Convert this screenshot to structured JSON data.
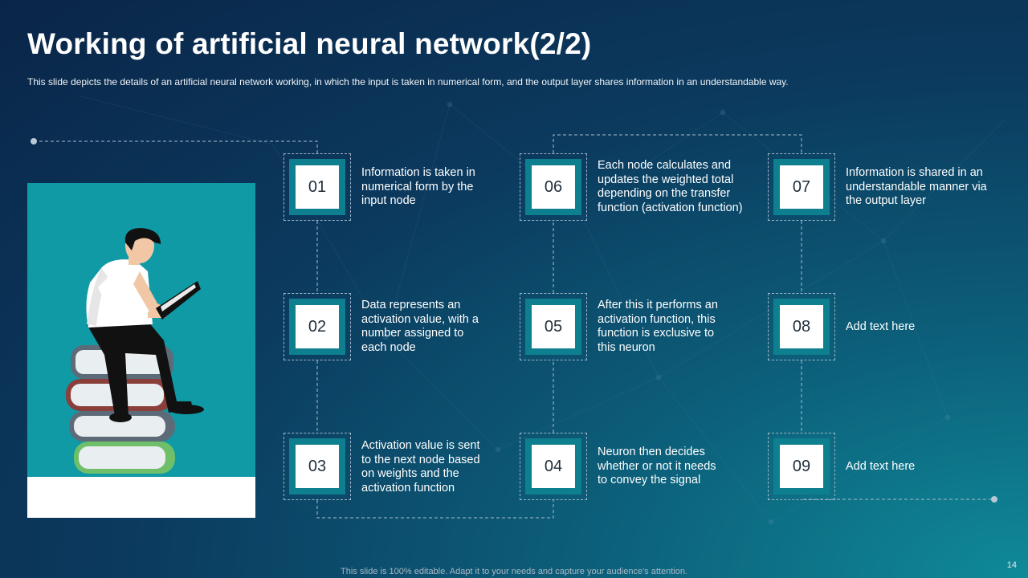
{
  "slide": {
    "title": "Working of artificial neural network(2/2)",
    "subtitle": "This slide depicts the details of an artificial neural network working, in which the input is taken in numerical form, and the output layer shares information in an understandable  way.",
    "footer": "This slide is 100% editable. Adapt it to your needs and capture your audience's attention.",
    "page_number": "14"
  },
  "steps": [
    {
      "number": "01",
      "text": "Information is taken in numerical form by the input node"
    },
    {
      "number": "02",
      "text": "Data represents an activation value, with a number assigned to each node"
    },
    {
      "number": "03",
      "text": "Activation value is sent to the next node based on weights and the activation function"
    },
    {
      "number": "04",
      "text": "Neuron then decides whether or not it needs to convey the signal"
    },
    {
      "number": "05",
      "text": "After this it performs an activation function, this function is exclusive to this neuron"
    },
    {
      "number": "06",
      "text": "Each node calculates and updates the weighted total depending on the transfer function (activation function)"
    },
    {
      "number": "07",
      "text": "Information is shared in an understandable manner via the output layer"
    },
    {
      "number": "08",
      "text": "Add text here"
    },
    {
      "number": "09",
      "text": "Add text here"
    }
  ],
  "colors": {
    "background_dark": "#0a2548",
    "background_teal": "#0f8a98",
    "badge_teal": "#0e7f8f",
    "illustration_bg": "#0f9aa6"
  }
}
